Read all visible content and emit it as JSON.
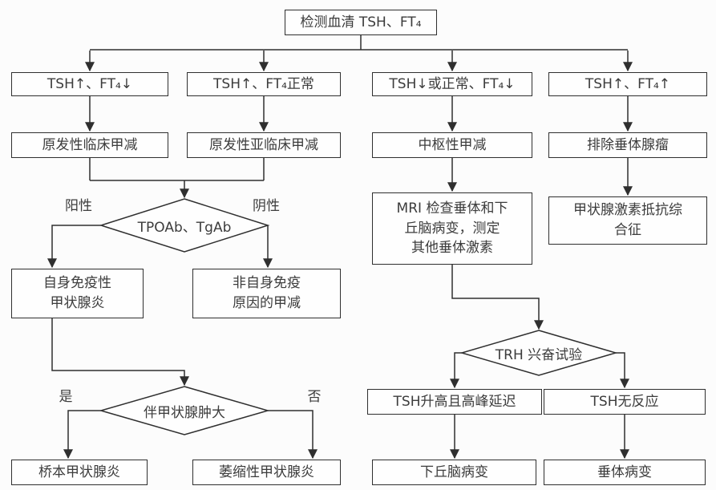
{
  "palette": {
    "line": "#2f2f2f",
    "text": "#3c3c3c",
    "bg": "#fcfcfc",
    "box_bg": "#fefefe"
  },
  "nodes": {
    "test_serum": "检测血清 TSH、FT₄",
    "tsh_up_ft4_down": "TSH↑、FT₄↓",
    "tsh_up_ft4_normal": "TSH↑、FT₄正常",
    "tsh_down_ft4_down": "TSH↓或正常、FT₄↓",
    "tsh_up_ft4_up": "TSH↑、FT₄↑",
    "primary_clinical": "原发性临床甲减",
    "primary_subclinical": "原发性亚临床甲减",
    "central": "中枢性甲减",
    "exclude_adenoma": "排除垂体腺瘤",
    "antibody_test": "TPOAb、TgAb",
    "mri_workup": [
      "MRI 检查垂体和下",
      "丘脑病变，测定",
      "其他垂体激素"
    ],
    "hormone_resistance": [
      "甲状腺激素抵抗综",
      "合征"
    ],
    "autoimmune_thyroiditis": [
      "自身免疫性",
      "甲状腺炎"
    ],
    "non_autoimmune": [
      "非自身免疫",
      "原因的甲减"
    ],
    "goiter_check": "伴甲状腺肿大",
    "trh_test": "TRH 兴奋试验",
    "tsh_rise_delayed": "TSH升高且高峰延迟",
    "tsh_no_response": "TSH无反应",
    "hashimoto": "桥本甲状腺炎",
    "atrophic": "萎缩性甲状腺炎",
    "hypothalamic_lesion": "下丘脑病变",
    "pituitary_lesion": "垂体病变"
  },
  "edge_labels": {
    "positive": "阳性",
    "negative": "阴性",
    "yes": "是",
    "no": "否"
  }
}
